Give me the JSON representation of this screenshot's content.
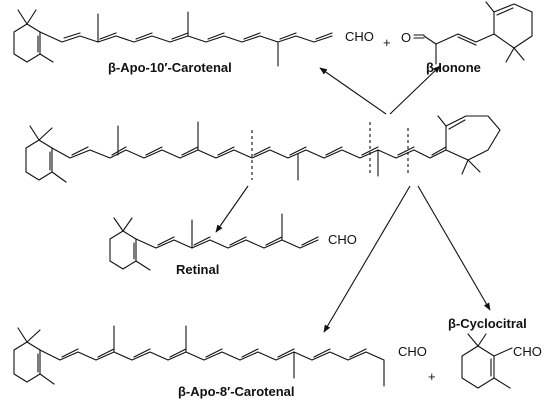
{
  "compounds": {
    "apo10": {
      "name": "β-Apo-10′-Carotenal",
      "group": "CHO"
    },
    "ionone": {
      "name": "β-Ionone",
      "oxygen": "O"
    },
    "retinal": {
      "name": "Retinal",
      "group": "CHO"
    },
    "apo8": {
      "name": "β-Apo-8′-Carotenal",
      "group": "CHO"
    },
    "cyclocitral": {
      "name": "β-Cyclocitral",
      "group": "CHO"
    }
  },
  "plus_signs": [
    "+",
    "+"
  ]
}
